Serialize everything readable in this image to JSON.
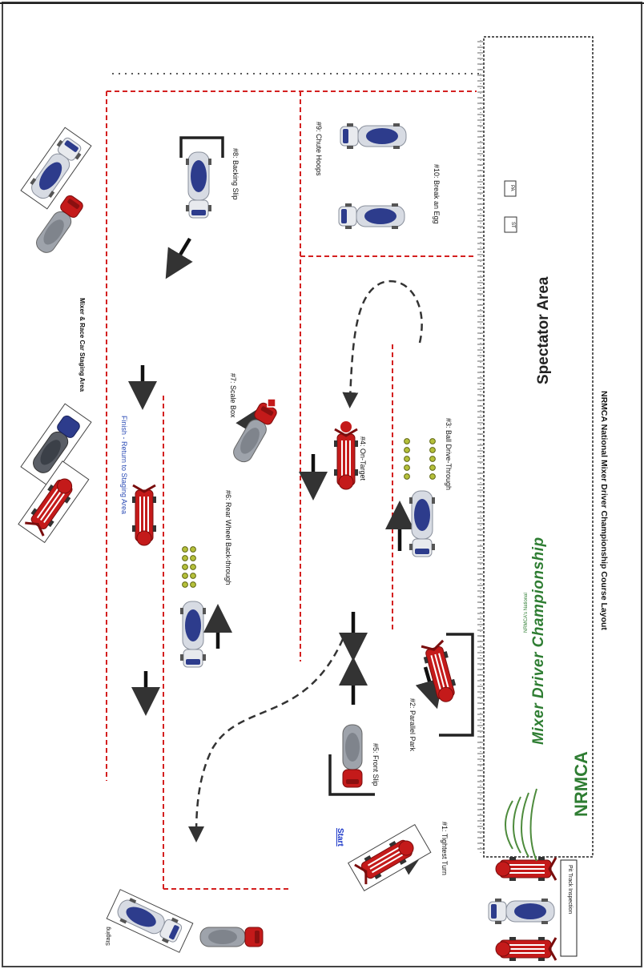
{
  "labels": {
    "spectator": "Spectator Area",
    "caption": "NRMCA National Mixer Driver Championship Course Layout",
    "staging": "Mixer & Race Car Staging Area",
    "finish": "Finish - Return to Staging Area",
    "backing_slip": "#8: Backing Slip",
    "chute_hoops": "#9: Chute Hoops",
    "break_egg": "#10: Break an Egg",
    "scale_box": "#7: Scale Box",
    "rear_wheel": "#6: Rear Wheel Back-through",
    "on_target": "#4: On-Target",
    "ball_drive": "#3: Ball Drive-Through",
    "parallel_park": "#2: Parallel Park",
    "front_slip": "#5: Front Slip",
    "tightest_turn": "#1: Tightest Turn",
    "start": "Start",
    "pit_inspection": "Pit Track Inspection",
    "staging_small": "Staging",
    "booth_a": "ST",
    "booth_b": "PA"
  },
  "logo": {
    "org": "NRMCA",
    "line1": "NRMCA's National",
    "line2": "Mixer Driver Championship"
  },
  "colors": {
    "boundary": "#d42020",
    "truck_red": "#c41a1a",
    "truck_blue": "#2d3c8c",
    "logo_green": "#2e7d32",
    "ball": "#9aa52a",
    "path": "#333333"
  },
  "icons": [
    "arrow-icon",
    "mixer-truck-icon",
    "race-car-icon",
    "ball-icon",
    "curved-path-icon",
    "logo-icon"
  ]
}
